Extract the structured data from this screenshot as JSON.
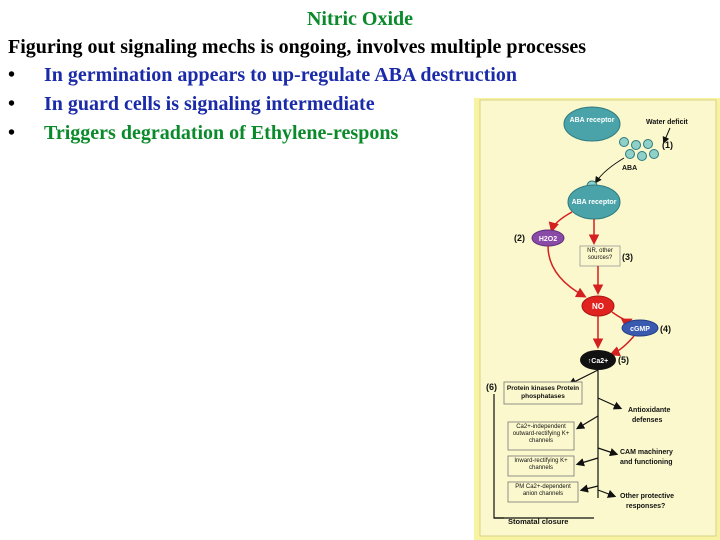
{
  "slide": {
    "title": "Nitric Oxide",
    "subtitle": "Figuring out signaling mechs is ongoing, involves multiple processes",
    "bullets": [
      "In germination appears to up-regulate ABA destruction",
      "In guard cells is signaling intermediate",
      "Triggers degradation of Ethylene-respons"
    ],
    "bullet_char": "•"
  },
  "diagram": {
    "aba_receptor_top": "ABA receptor",
    "water_deficit": "Water deficit",
    "step1": "(1)",
    "aba": "ABA",
    "aba_receptor_mid": "ABA receptor",
    "step2": "(2)",
    "h2o2": "H2O2",
    "nr_other": "NR, other sources?",
    "step3": "(3)",
    "no": "NO",
    "cgmp": "cGMP",
    "step4": "(4)",
    "ca": "↑Ca2+",
    "step5": "(5)",
    "step6": "(6)",
    "protein_kinases": "Protein kinases Protein phosphatases",
    "antioxidant": "Antioxidante defenses",
    "ca_indep": "Ca2+-independent outward-rectifying K+ channels",
    "inward": "Inward-rectifying K+ channels",
    "cam": "CAM machinery and functioning",
    "pm_ca": "PM Ca2+-dependent anion channels",
    "other_protective": "Other protective responses?",
    "stomatal": "Stomatal closure"
  },
  "colors": {
    "title_green": "#0a8a2a",
    "bullet_blue": "#1a2aa8",
    "figure_bg": "#f7f3a0",
    "receptor_teal": "#4aa3a8",
    "h2o2_purple": "#8a4aa8",
    "no_red": "#e0231f",
    "cgmp_blue": "#3a5ab0",
    "ca_black": "#111111",
    "arrow_red": "#d42020"
  }
}
